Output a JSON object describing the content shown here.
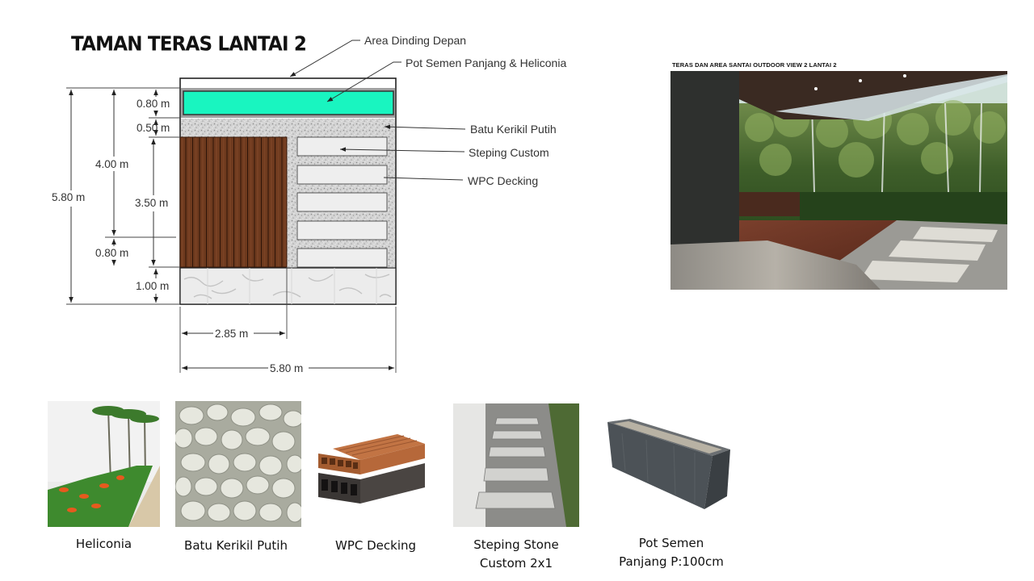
{
  "plan": {
    "title": "TAMAN TERAS LANTAI 2",
    "dimensions": {
      "total_height": "5.80 m",
      "pot_depth": "0.80 m",
      "gravel_strip": "0.50 m",
      "garden_depth": "4.00 m",
      "decking_depth": "3.50 m",
      "lower_gravel": "0.80 m",
      "floor_strip": "1.00 m",
      "decking_width": "2.85 m",
      "total_width": "5.80 m"
    },
    "annotations": {
      "front_wall": "Area Dinding Depan",
      "planter": "Pot Semen Panjang & Heliconia",
      "gravel": "Batu Kerikil Putih",
      "stepping": "Steping Custom",
      "decking": "WPC Decking"
    },
    "colors": {
      "planter": "#19f5c0",
      "decking": "#6e3a1e",
      "gravel": "#d2d2d2",
      "stepping": "#eeeeee",
      "marble": "#ececec"
    }
  },
  "render": {
    "title": "TERAS DAN AREA SANTAI OUTDOOR VIEW 2 LANTAI 2"
  },
  "materials": {
    "items": [
      {
        "caption": "Heliconia",
        "icon": "heliconia-plant-photo"
      },
      {
        "caption": "Batu Kerikil Putih",
        "icon": "white-pebbles-photo"
      },
      {
        "caption": "WPC Decking",
        "icon": "wpc-decking-photo"
      },
      {
        "caption_line1": "Steping Stone",
        "caption_line2": "Custom 2x1",
        "icon": "stepping-stone-photo"
      },
      {
        "caption_line1": "Pot Semen",
        "caption_line2": "Panjang P:100cm",
        "icon": "cement-planter-photo"
      }
    ]
  }
}
